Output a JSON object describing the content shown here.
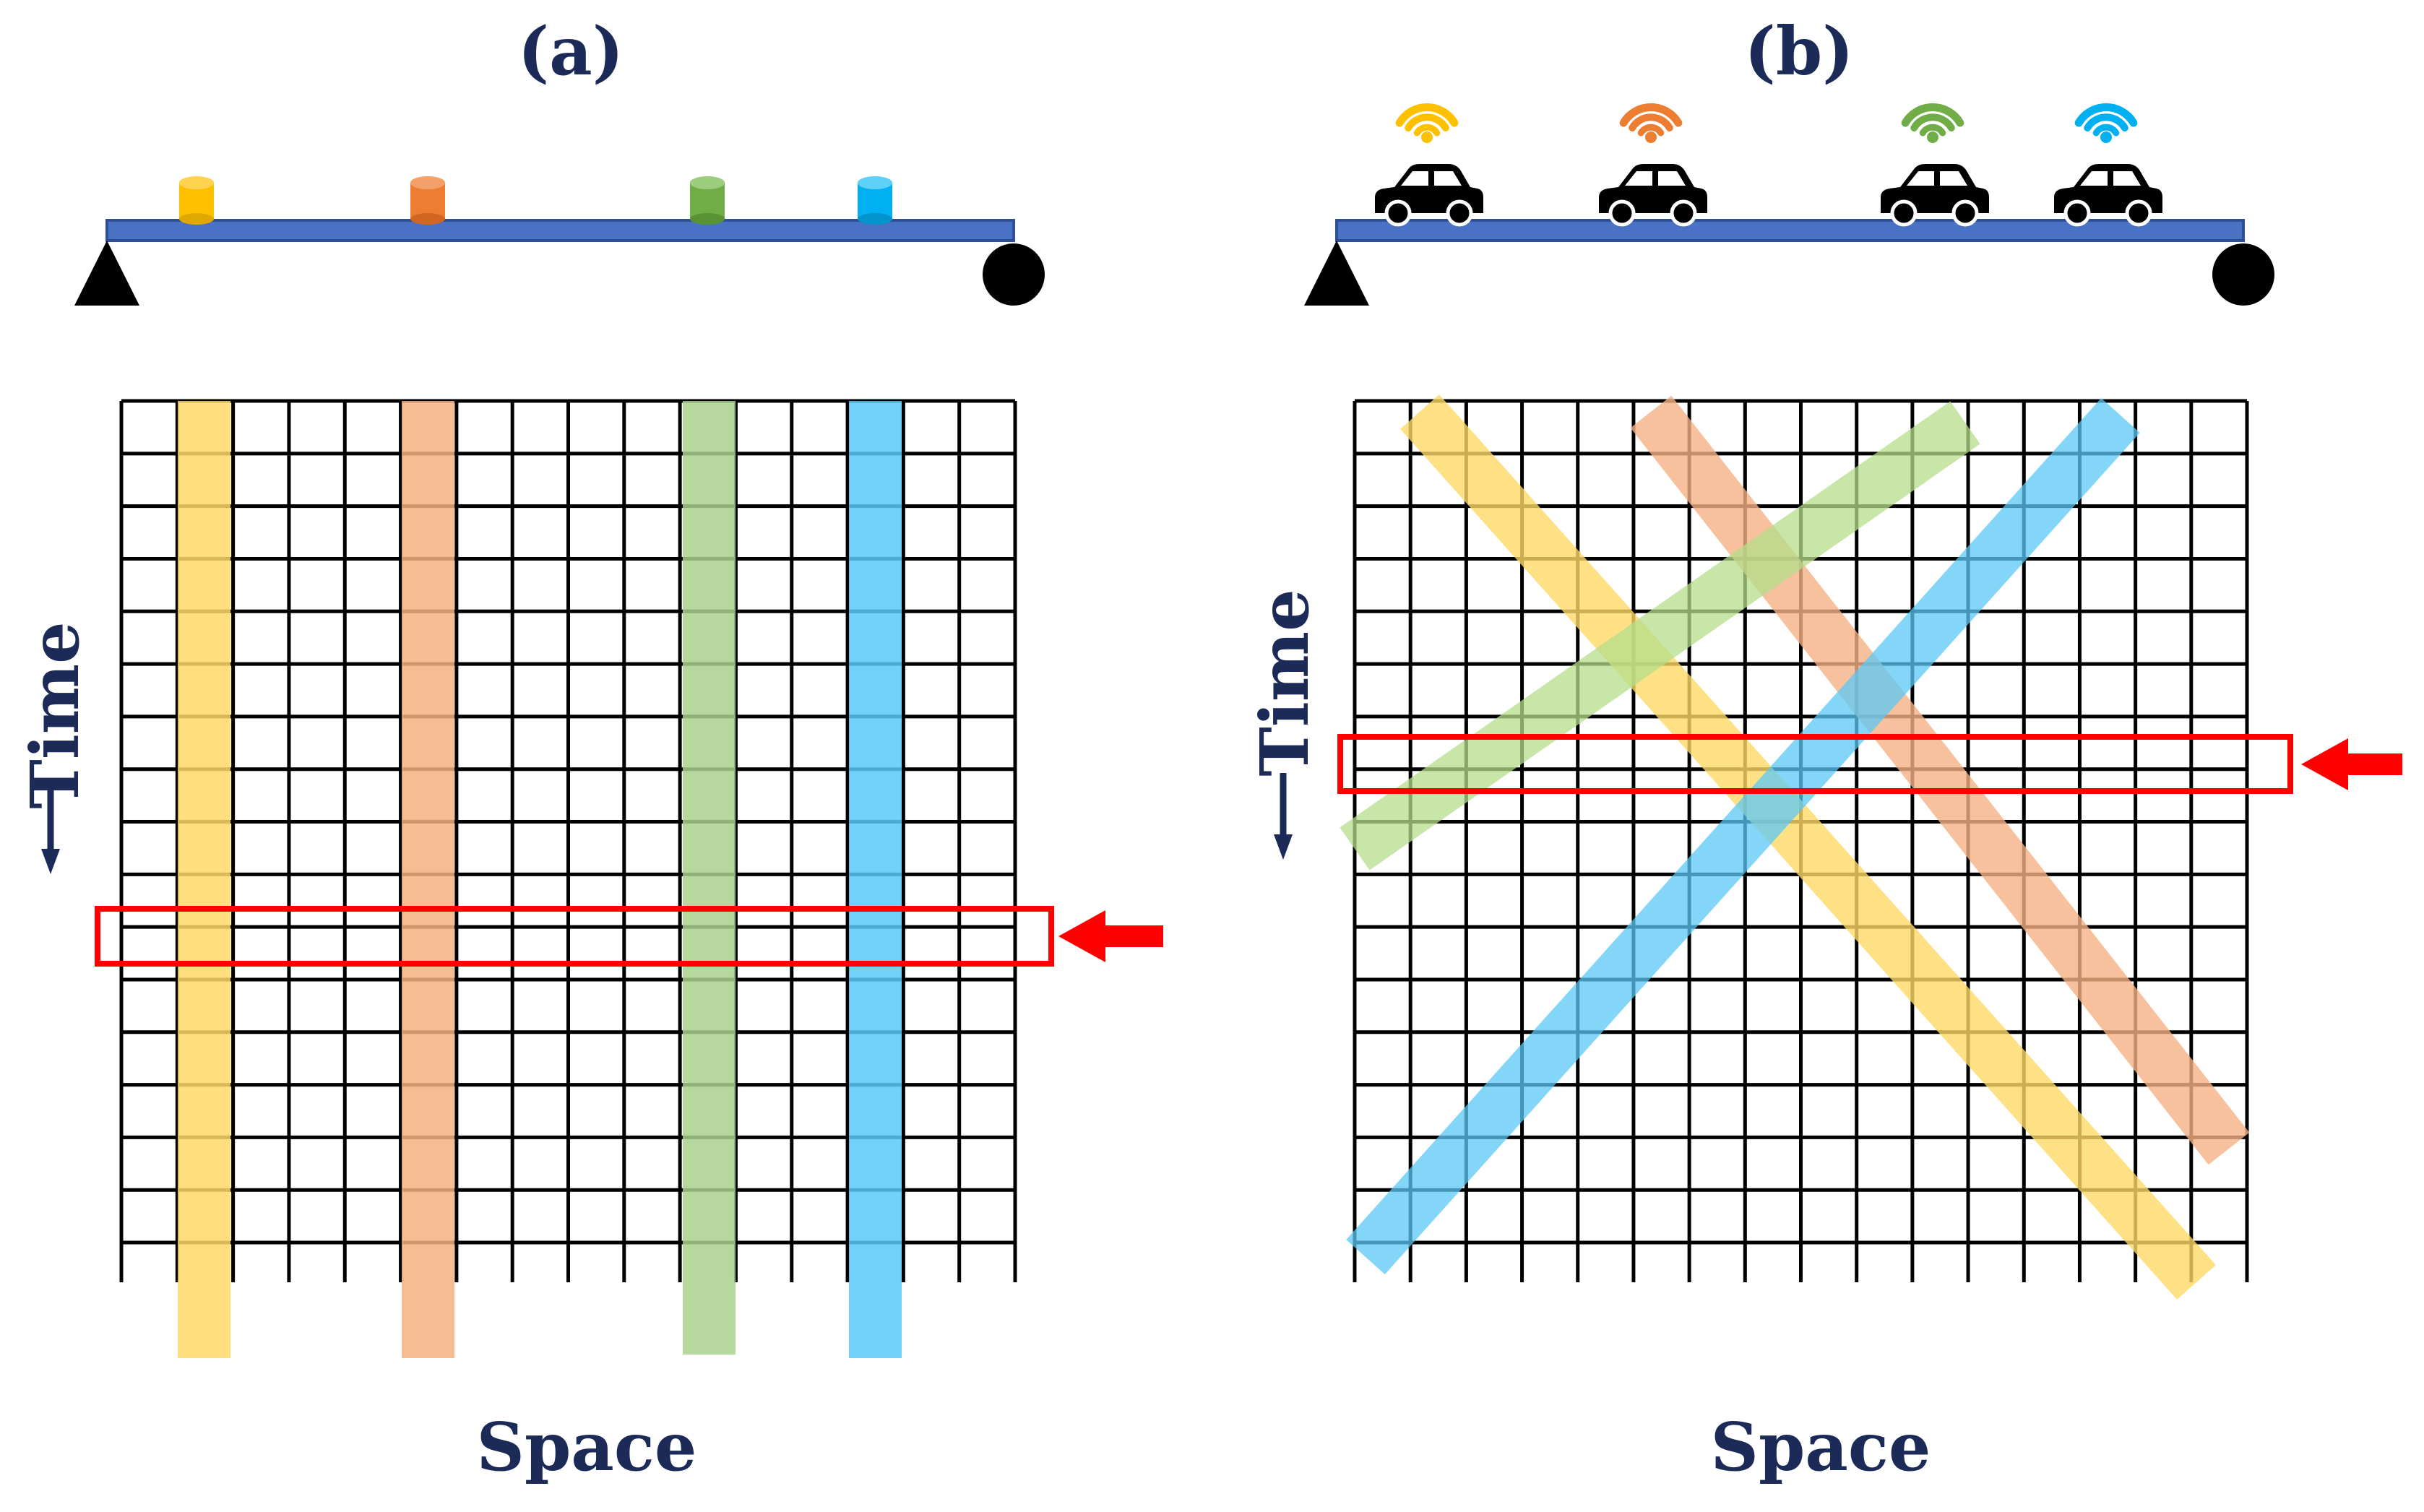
{
  "colors": {
    "text": "#1b2a57",
    "beam": "#4a72c4",
    "beam_stroke": "#2f4f96",
    "grid": "#000000",
    "highlight": "#ff0000",
    "yellow": "#ffc000",
    "orange": "#ed7d31",
    "green": "#70ad47",
    "blue": "#00b0f0",
    "yellow_band": "#ffd966",
    "orange_band": "#f4b183",
    "green_band_a": "#a9d18e",
    "green_band_b": "#b4dd8a",
    "blue_band": "#5bc8f5"
  },
  "panels": [
    {
      "label": "(a)",
      "kind": "fixed-sensors",
      "xlabel": "Space",
      "ylabel": "Time",
      "sensor_colors": [
        "yellow",
        "orange",
        "green",
        "blue"
      ],
      "sensor_icon": "cylinder-sensor-icon",
      "support_left": "pin-support-icon",
      "support_right": "roller-support-icon",
      "grid_cols": 16,
      "grid_rows": 16,
      "highlighted_row": 10,
      "trajectory": "vertical"
    },
    {
      "label": "(b)",
      "kind": "mobile-sensors",
      "xlabel": "Space",
      "ylabel": "Time",
      "sensor_colors": [
        "yellow",
        "orange",
        "green",
        "blue"
      ],
      "sensor_icon": "car-icon",
      "signal_icon": "wifi-icon",
      "support_left": "pin-support-icon",
      "support_right": "roller-support-icon",
      "grid_cols": 16,
      "grid_rows": 16,
      "highlighted_row": 6,
      "trajectory": "diagonal"
    }
  ]
}
